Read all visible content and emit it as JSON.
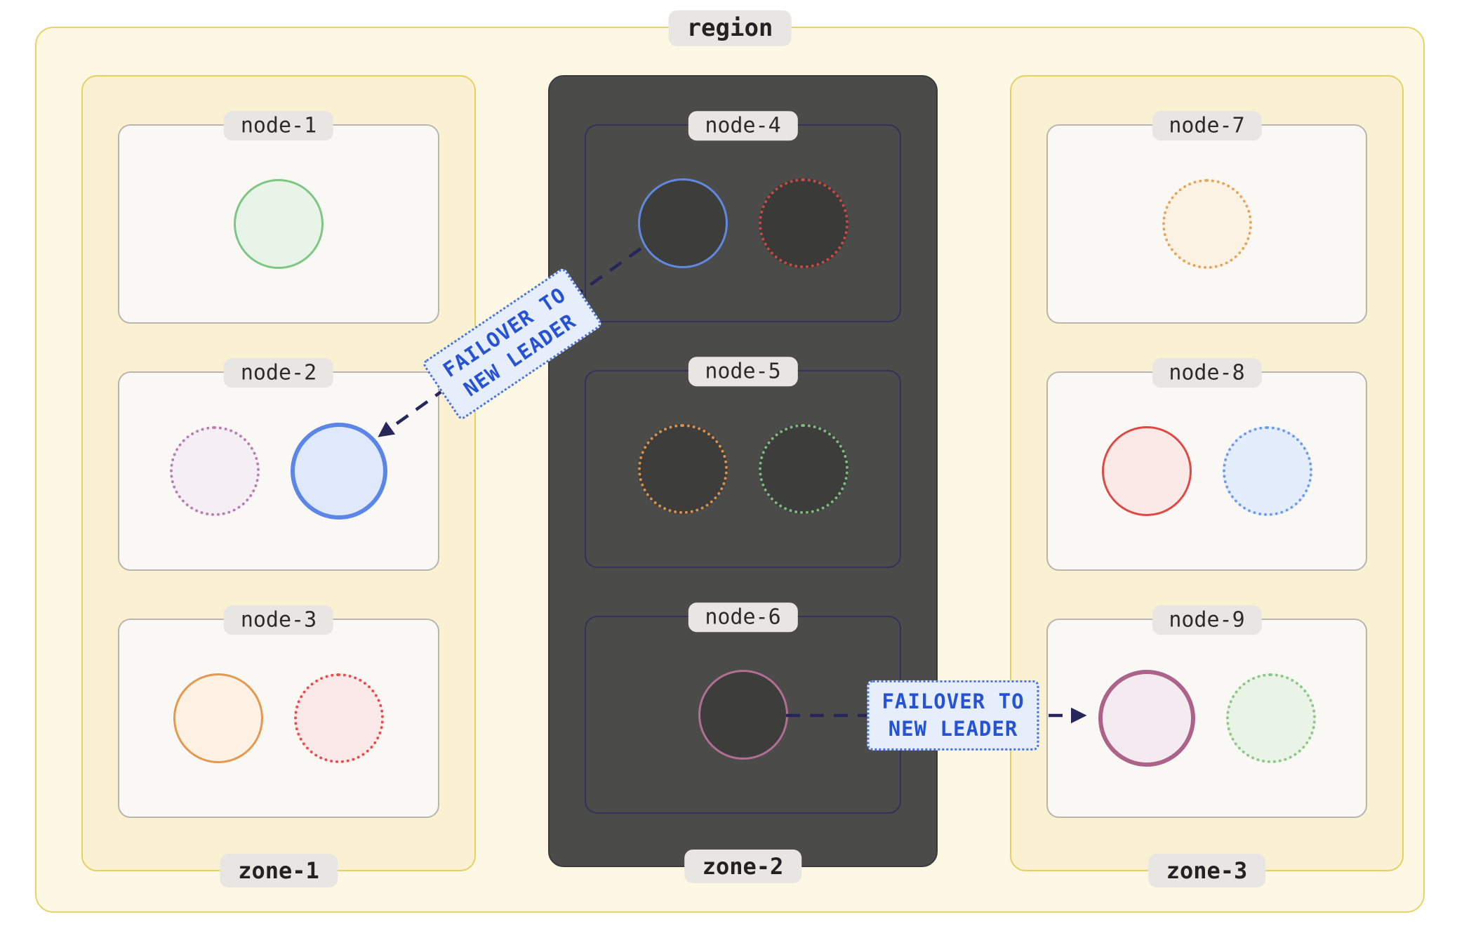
{
  "region": {
    "label": "region",
    "zones": [
      {
        "label": "zone-1",
        "status": "healthy",
        "nodes": [
          {
            "label": "node-1"
          },
          {
            "label": "node-2"
          },
          {
            "label": "node-3"
          }
        ]
      },
      {
        "label": "zone-2",
        "status": "down",
        "nodes": [
          {
            "label": "node-4"
          },
          {
            "label": "node-5"
          },
          {
            "label": "node-6"
          }
        ]
      },
      {
        "label": "zone-3",
        "status": "healthy",
        "nodes": [
          {
            "label": "node-7"
          },
          {
            "label": "node-8"
          },
          {
            "label": "node-9"
          }
        ]
      }
    ]
  },
  "replicas": {
    "n1_green": {
      "border_color": "#7fc583",
      "fill": "#e8f4e8",
      "border_style": "solid"
    },
    "n2_purple": {
      "border_color": "#b77fad",
      "fill": "#f6eef5",
      "border_style": "dotted"
    },
    "n2_blue_leader": {
      "border_color": "#5b86e8",
      "fill": "#dfe9fb",
      "border_style": "solid"
    },
    "n3_orange": {
      "border_color": "#e49850",
      "fill": "#fdf1e3",
      "border_style": "solid"
    },
    "n3_red": {
      "border_color": "#e64c4c",
      "fill": "#fbe9e9",
      "border_style": "dotted"
    },
    "n4_blue": {
      "border_color": "#6189e0",
      "fill": "#3d3d3c",
      "border_style": "solid"
    },
    "n4_red": {
      "border_color": "#cc4a42",
      "fill": "#3a3a39",
      "border_style": "dotted"
    },
    "n5_orange": {
      "border_color": "#d8924e",
      "fill": "#3d3d3c",
      "border_style": "dotted"
    },
    "n5_green": {
      "border_color": "#7eba80",
      "fill": "#3d3d3c",
      "border_style": "dotted"
    },
    "n6_pink": {
      "border_color": "#b06f93",
      "fill": "#3d3d3c",
      "border_style": "solid"
    },
    "n7_orange": {
      "border_color": "#e6a55c",
      "fill": "#fbf2e3",
      "border_style": "dotted"
    },
    "n8_red": {
      "border_color": "#e04843",
      "fill": "#fbe9e8",
      "border_style": "solid"
    },
    "n8_blue": {
      "border_color": "#6f9ce8",
      "fill": "#e4edfb",
      "border_style": "dotted"
    },
    "n9_pink_leader": {
      "border_color": "#ad6289",
      "fill": "#f4ebf1",
      "border_style": "solid"
    },
    "n9_green": {
      "border_color": "#8ec48a",
      "fill": "#e9f4e6",
      "border_style": "dotted"
    }
  },
  "annotations": {
    "failover_left": {
      "line1": "FAILOVER TO",
      "line2": "NEW LEADER"
    },
    "failover_right": {
      "line1": "FAILOVER TO",
      "line2": "NEW LEADER"
    }
  },
  "colors": {
    "region_bg": "#fdf8e3",
    "region_border": "#e9d26a",
    "zone_bg": "#faf1d2",
    "zone_border": "#e7cf62",
    "zone_down_bg": "#4b4b49",
    "node_bg": "#f9f8f5",
    "node_border": "#b9b4ae",
    "node_down_border": "#32325c",
    "label_pill_bg": "#e8e6e2",
    "arrow": "#26265a",
    "badge_bg": "#e7eefb",
    "badge_border": "#4a72d8",
    "badge_text": "#2653d4"
  }
}
